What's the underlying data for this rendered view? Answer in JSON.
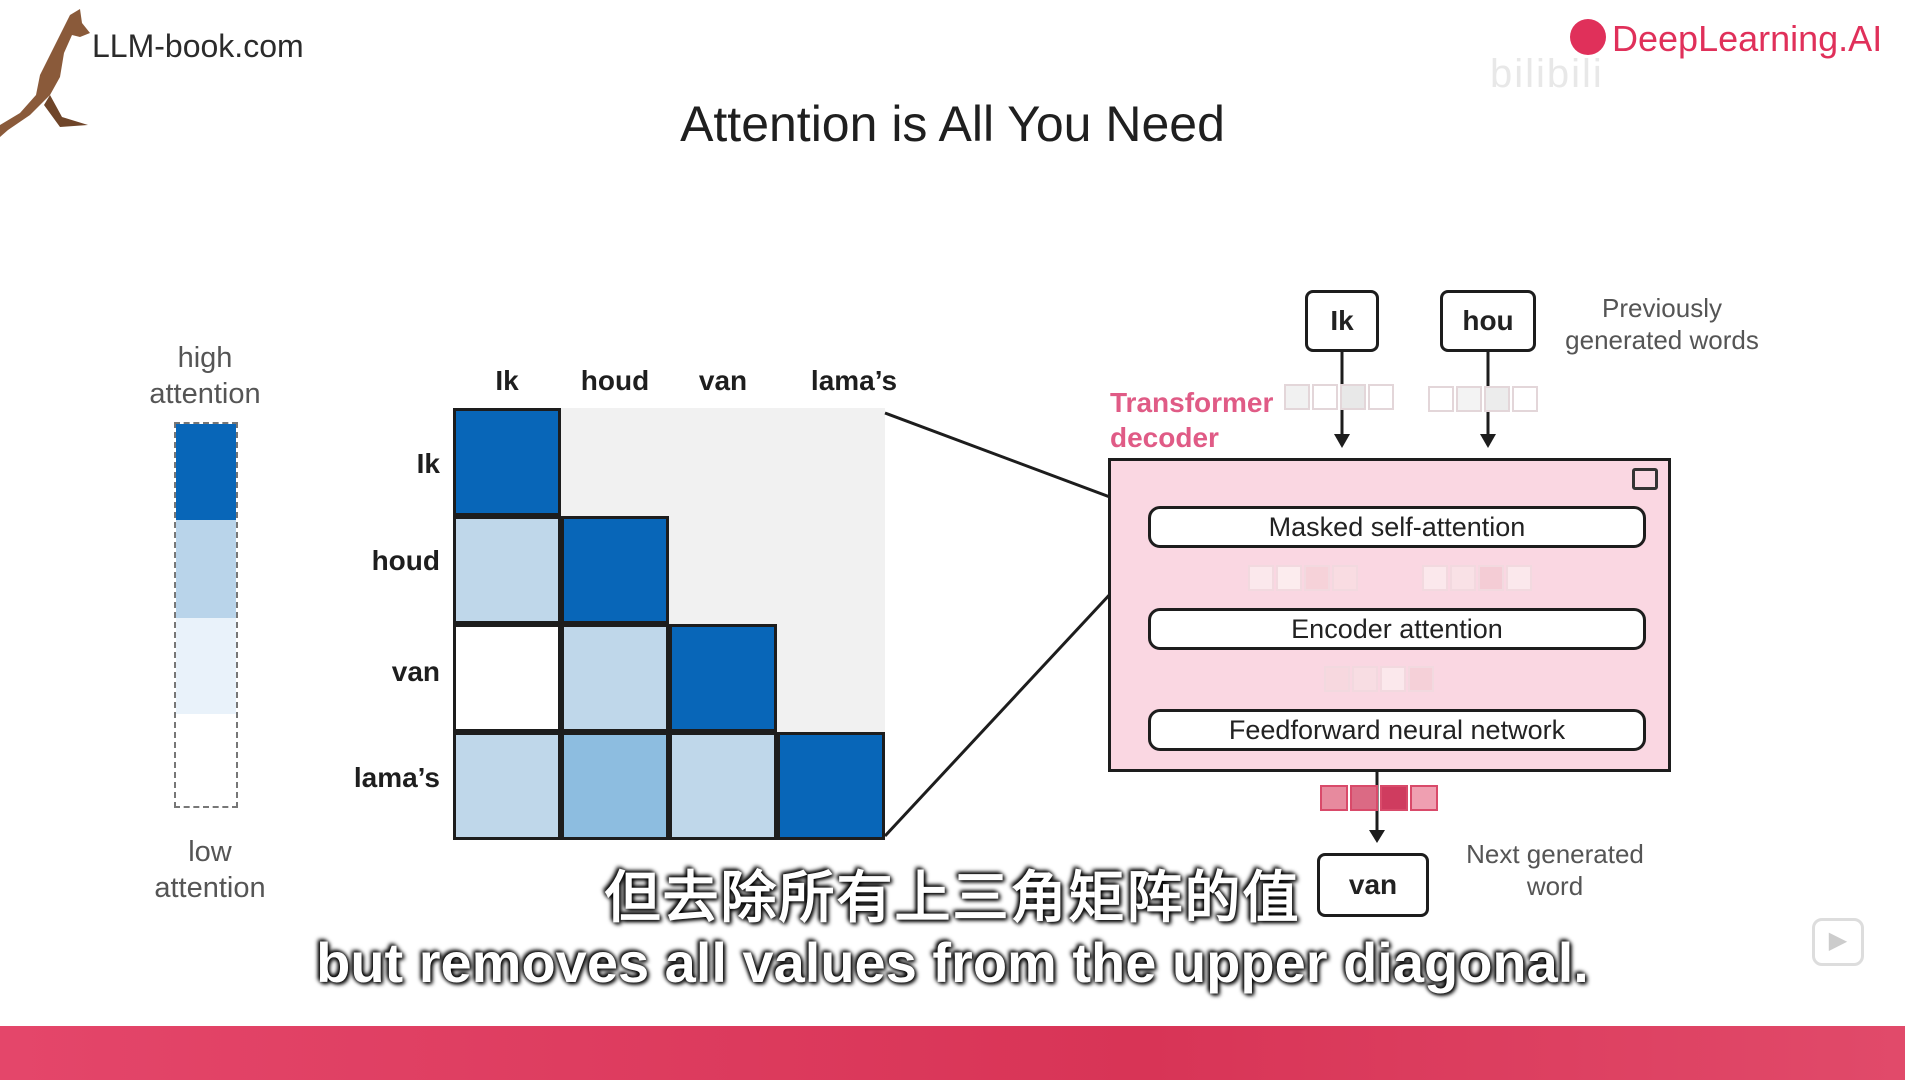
{
  "header": {
    "site": "LLM-book.com",
    "brand": "DeepLearning.AI",
    "title": "Attention is All You Need"
  },
  "legend": {
    "high": "high\nattention",
    "low": "low\nattention",
    "colors": [
      "#0866b8",
      "#b9d4ea",
      "#e9f2fa",
      "#ffffff"
    ]
  },
  "matrix": {
    "columns": [
      "Ik",
      "houd",
      "van",
      "lama’s"
    ],
    "rows": [
      "Ik",
      "houd",
      "van",
      "lama’s"
    ],
    "colors": {
      "high": "#0866b8",
      "medium": "#8dbde0",
      "low": "#bfd7ea",
      "none": "#ffffff",
      "masked": "#f1f1f1"
    },
    "cells": [
      [
        "high",
        "masked",
        "masked",
        "masked"
      ],
      [
        "low",
        "high",
        "masked",
        "masked"
      ],
      [
        "none",
        "low",
        "high",
        "masked"
      ],
      [
        "low",
        "medium",
        "low",
        "high"
      ]
    ]
  },
  "decoder": {
    "label": "Transformer\ndecoder",
    "input_words": [
      "Ik",
      "hou"
    ],
    "previous_label": "Previously\ngenerated words",
    "layers": [
      "Masked self-attention",
      "Encoder attention",
      "Feedforward neural network"
    ],
    "output_word": "van",
    "next_label": "Next generated\nword",
    "accent_color": "#e05b86"
  },
  "subtitles": {
    "cn": "但去除所有上三角矩阵的值",
    "en": "but removes all values from the upper diagonal."
  }
}
